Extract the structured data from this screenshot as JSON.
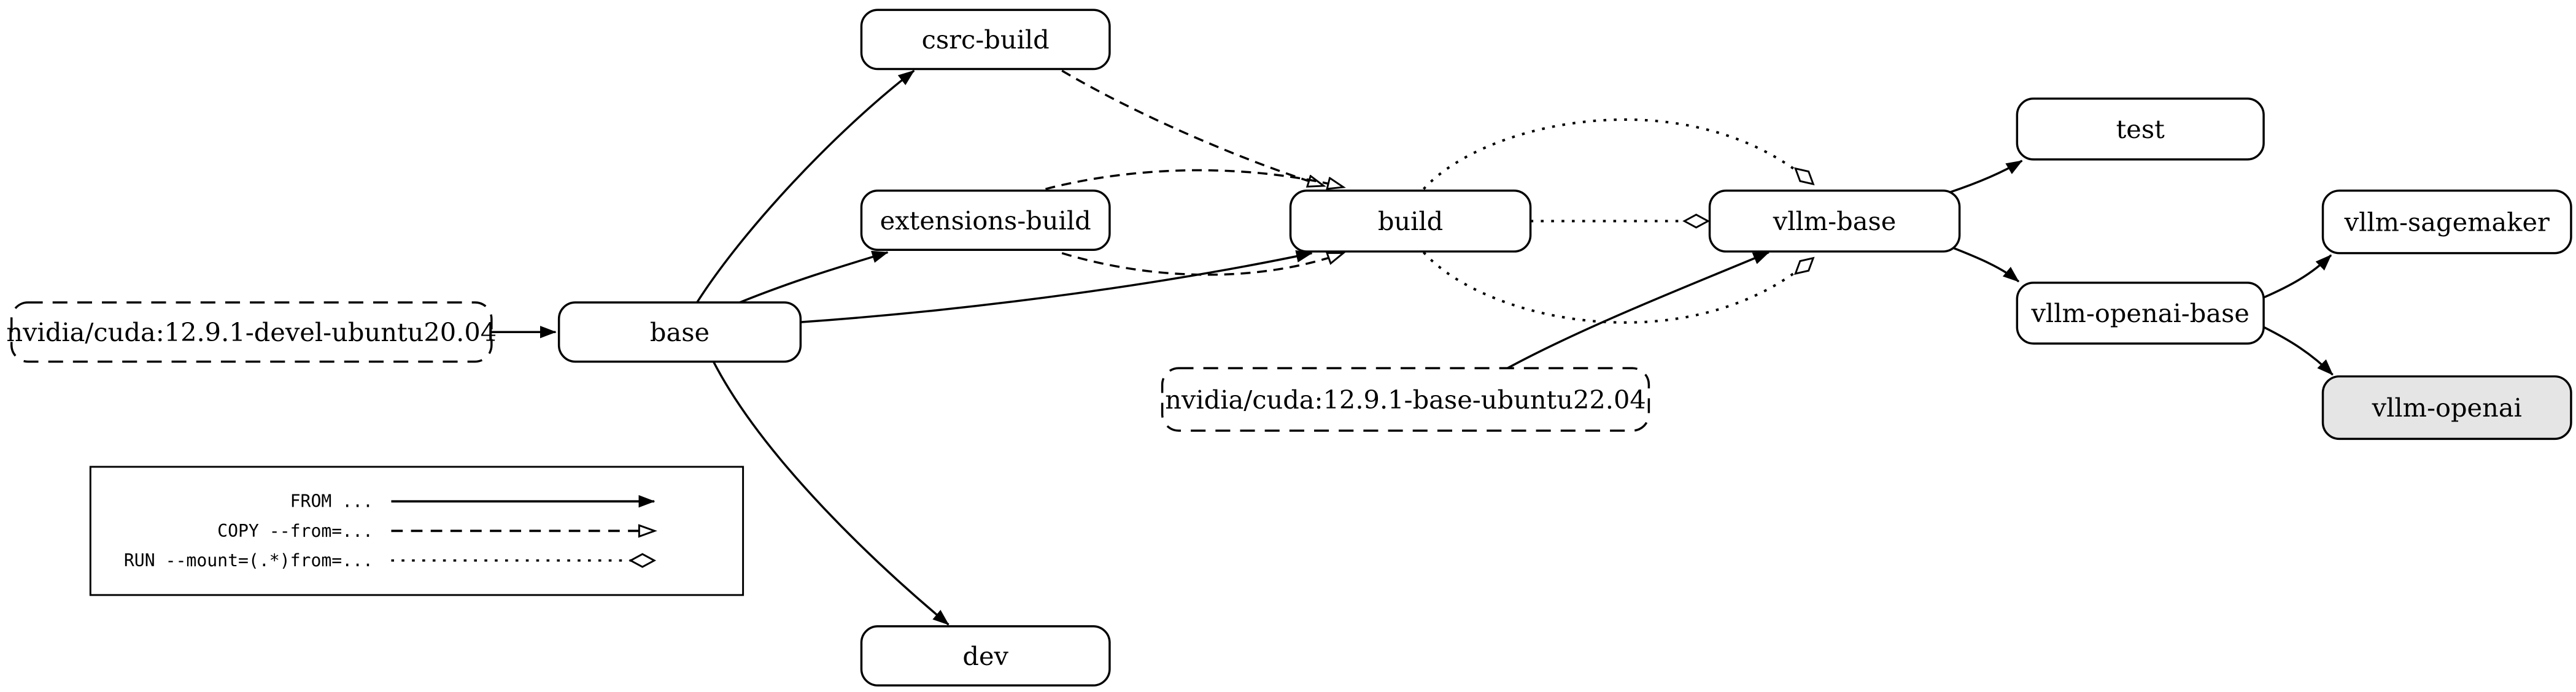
{
  "nodes": {
    "cuda_devel": {
      "label": "nvidia/cuda:12.9.1-devel-ubuntu20.04"
    },
    "base": {
      "label": "base"
    },
    "csrc_build": {
      "label": "csrc-build"
    },
    "extensions_build": {
      "label": "extensions-build"
    },
    "dev": {
      "label": "dev"
    },
    "build": {
      "label": "build"
    },
    "cuda_base": {
      "label": "nvidia/cuda:12.9.1-base-ubuntu22.04"
    },
    "vllm_base": {
      "label": "vllm-base"
    },
    "test": {
      "label": "test"
    },
    "vllm_sagemaker": {
      "label": "vllm-sagemaker"
    },
    "vllm_openai_base": {
      "label": "vllm-openai-base"
    },
    "vllm_openai": {
      "label": "vllm-openai"
    }
  },
  "edges": [
    {
      "from": "nvidia/cuda:12.9.1-devel-ubuntu20.04",
      "to": "base",
      "kind": "FROM"
    },
    {
      "from": "base",
      "to": "csrc-build",
      "kind": "FROM"
    },
    {
      "from": "base",
      "to": "extensions-build",
      "kind": "FROM"
    },
    {
      "from": "base",
      "to": "build",
      "kind": "FROM"
    },
    {
      "from": "base",
      "to": "dev",
      "kind": "FROM"
    },
    {
      "from": "csrc-build",
      "to": "build",
      "kind": "COPY --from"
    },
    {
      "from": "extensions-build",
      "to": "build",
      "kind": "COPY --from"
    },
    {
      "from": "extensions-build",
      "to": "build",
      "kind": "COPY --from"
    },
    {
      "from": "build",
      "to": "vllm-base",
      "kind": "RUN --mount=from"
    },
    {
      "from": "build",
      "to": "vllm-base",
      "kind": "RUN --mount=from"
    },
    {
      "from": "build",
      "to": "vllm-base",
      "kind": "RUN --mount=from"
    },
    {
      "from": "nvidia/cuda:12.9.1-base-ubuntu22.04",
      "to": "vllm-base",
      "kind": "FROM"
    },
    {
      "from": "vllm-base",
      "to": "test",
      "kind": "FROM"
    },
    {
      "from": "vllm-base",
      "to": "vllm-openai-base",
      "kind": "FROM"
    },
    {
      "from": "vllm-openai-base",
      "to": "vllm-sagemaker",
      "kind": "FROM"
    },
    {
      "from": "vllm-openai-base",
      "to": "vllm-openai",
      "kind": "FROM"
    }
  ],
  "legend": {
    "rows": [
      {
        "label": "FROM ...",
        "style": "solid-line-filled-arrow"
      },
      {
        "label": "COPY --from=...",
        "style": "dashed-line-open-arrow"
      },
      {
        "label": "RUN --mount=(.*)from=...",
        "style": "dotted-line-open-diamond"
      }
    ]
  },
  "colors": {
    "background": "#ffffff",
    "node_fill": "#ffffff",
    "node_stroke": "#000000",
    "highlight_node_fill": "#e5e5e5",
    "edge": "#000000",
    "text": "#000000"
  }
}
